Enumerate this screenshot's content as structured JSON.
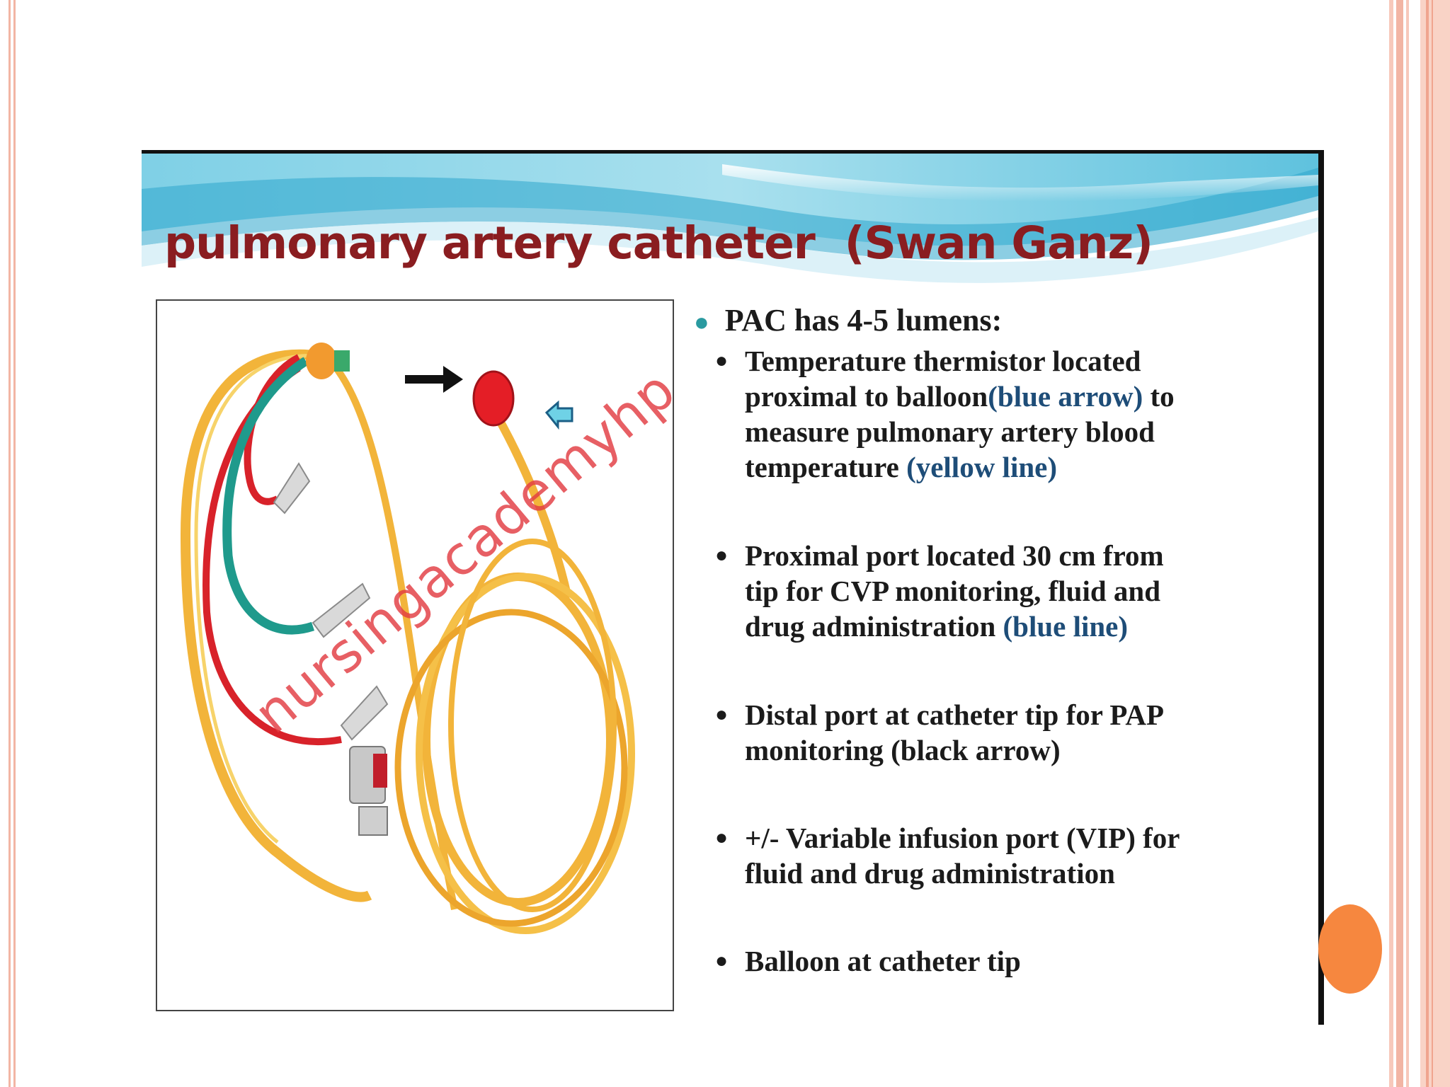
{
  "slide": {
    "title": "pulmonary artery catheter  (Swan Ganz)",
    "watermark": "nursingacademyhp",
    "main_bullet": "PAC has 4-5 lumens:",
    "items": [
      {
        "lines": [
          "Temperature thermistor located",
          "proximal to balloon",
          "measure pulmonary artery blood",
          "temperature  "
        ],
        "hl1": "(blue arrow)",
        "after1": " to",
        "hl2": "(yellow line)"
      },
      {
        "lines": [
          "Proximal port located 30 cm from",
          "tip for CVP monitoring, fluid and",
          "drug administration "
        ],
        "hl": "(blue line)"
      },
      {
        "lines": [
          "Distal port at catheter tip for PAP",
          "monitoring (black arrow)"
        ]
      },
      {
        "lines": [
          "+/- Variable infusion port (VIP) for",
          "fluid and drug administration"
        ]
      },
      {
        "lines": [
          "Balloon at catheter tip"
        ]
      }
    ]
  },
  "colors": {
    "title": "#8a1d20",
    "watermark": "#e23c42",
    "bullet_accent": "#2a9aa0",
    "highlight_text": "#1e4d78",
    "theme_frame": "#f2b5a4",
    "accent_circle": "#f6873f",
    "catheter_yellow": "#f2b43a",
    "catheter_red": "#d8222a",
    "catheter_teal": "#1f9a8c",
    "balloon": "#e41e26"
  },
  "icons": [
    "black-arrow-icon",
    "blue-arrow-icon",
    "balloon-icon"
  ]
}
